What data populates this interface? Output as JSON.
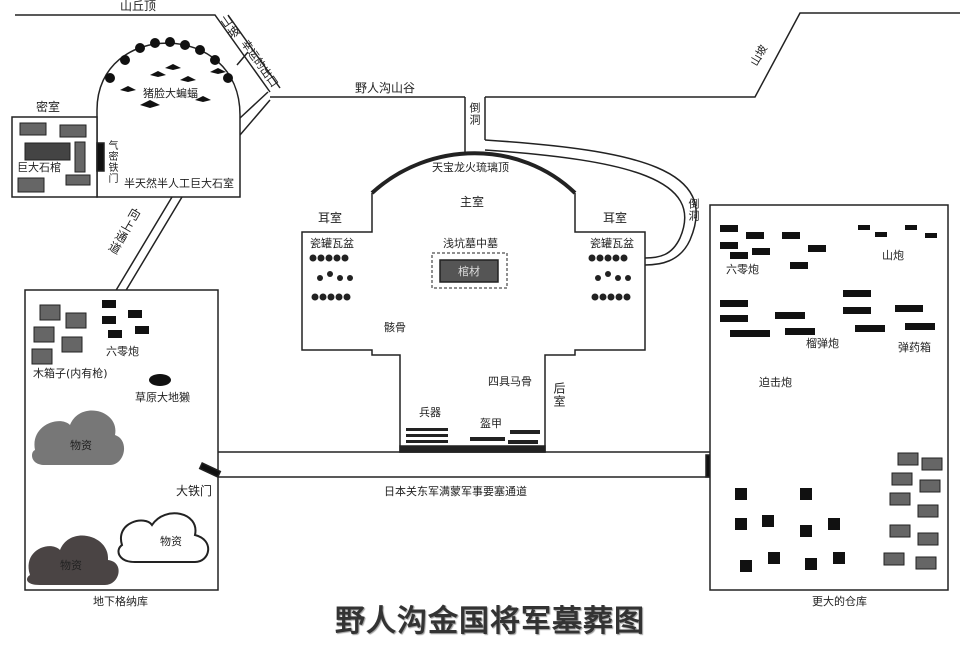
{
  "title": "野人沟金国将军墓葬图",
  "terrain": {
    "hilltop": "山丘顶",
    "slope_left": "山坡",
    "lucky_exit": "幸运的出口",
    "valley": "野人沟山谷",
    "slope_right": "山坡",
    "inverted_tunnel_top": "倒洞",
    "inverted_tunnel_side": "倒洞"
  },
  "bat_chamber": {
    "bats": "猪脸大蝙蝠",
    "chamber": "半天然半人工巨大石室",
    "airtight_door": "气密铁门",
    "up_passage": "向上通道"
  },
  "secret_room": {
    "label": "密室",
    "coffin": "巨大石棺"
  },
  "tomb": {
    "dome": "天宝龙火琉璃顶",
    "main_room": "主室",
    "ear_left": "耳室",
    "ear_right": "耳室",
    "pottery_left": "瓷罐瓦盆",
    "pottery_right": "瓷罐瓦盆",
    "inner_tomb": "浅坑墓中墓",
    "coffin": "棺材",
    "bones": "骸骨",
    "horse_bones": "四具马骨",
    "rear_room": "后室",
    "weapons": "兵器",
    "armor": "盔甲"
  },
  "corridor": {
    "label": "日本关东军满蒙军事要塞通道",
    "iron_gate": "大铁门"
  },
  "hangar": {
    "label": "地下格纳库",
    "crates": "木箱子(内有枪)",
    "mortar60": "六零炮",
    "sloth": "草原大地獭",
    "supplies": [
      "物资",
      "物资",
      "物资"
    ]
  },
  "warehouse": {
    "label": "更大的仓库",
    "mortar60": "六零炮",
    "mountain_gun": "山炮",
    "howitzer": "榴弹炮",
    "ammo": "弹药箱",
    "mortar": "迫击炮"
  }
}
